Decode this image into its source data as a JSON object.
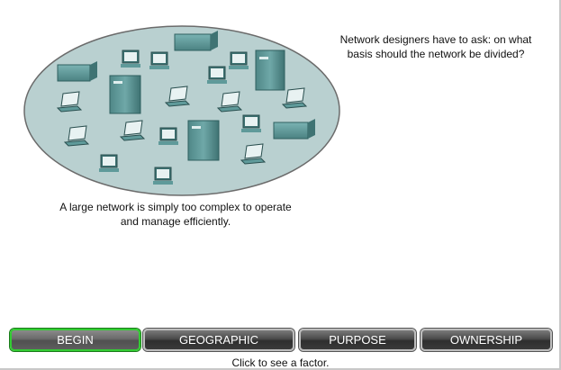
{
  "captions": {
    "left": "A large network is simply too complex to operate and manage efficiently.",
    "right": "Network designers have to ask: on what basis should the network be divided?"
  },
  "buttons": [
    {
      "label": "BEGIN",
      "active": true
    },
    {
      "label": "GEOGRAPHIC",
      "active": false
    },
    {
      "label": "PURPOSE",
      "active": false
    },
    {
      "label": "OWNERSHIP",
      "active": false
    }
  ],
  "hint": "Click to see a factor.",
  "colors": {
    "ellipse_fill": "#b9d0d0",
    "device_fill": "#5f9a9a",
    "active_border": "#33cc33"
  }
}
